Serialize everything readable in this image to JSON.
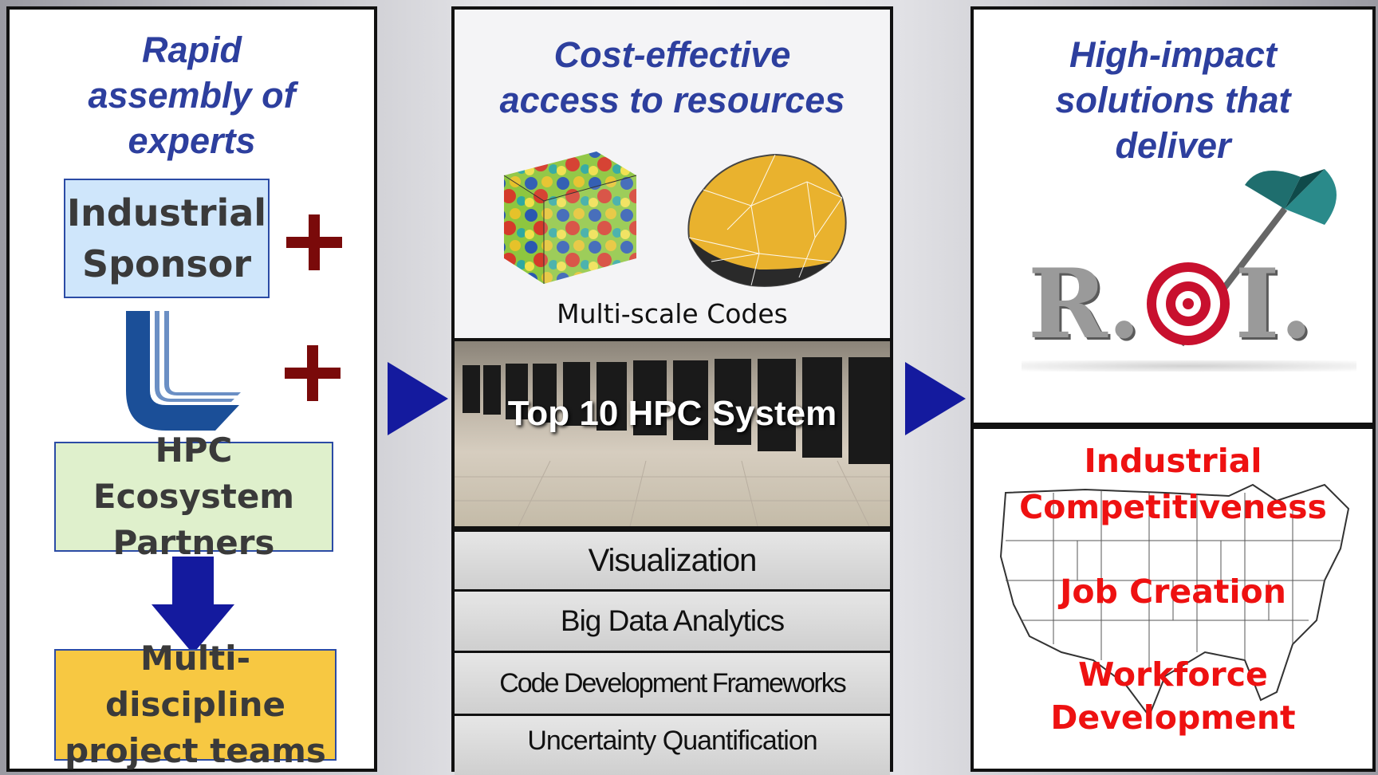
{
  "left": {
    "heading_lines": [
      "Rapid",
      "assembly of",
      "experts"
    ],
    "industrial_sponsor": [
      "Industrial",
      "Sponsor"
    ],
    "hpc_partners": [
      "HPC Ecosystem",
      "Partners"
    ],
    "project_teams": [
      "Multi-discipline",
      "project teams"
    ]
  },
  "middle": {
    "heading_lines": [
      "Cost-effective",
      "access to resources"
    ],
    "multiscale_caption": "Multi-scale Codes",
    "hpc_system_label": "Top 10 HPC System",
    "rows": [
      "Visualization",
      "Big Data Analytics",
      "Code Development Frameworks",
      "Uncertainty Quantification"
    ]
  },
  "right": {
    "heading_lines": [
      "High-impact",
      "solutions that",
      "deliver"
    ],
    "roi_letters": [
      "R",
      ".",
      "I",
      "."
    ],
    "outcomes": [
      "Industrial",
      "Competitiveness",
      "Job Creation",
      "Workforce",
      "Development"
    ]
  },
  "colors": {
    "heading_blue": "#2d3f9e",
    "plus_red": "#7a0a0a",
    "arrow_blue": "#141a9e",
    "outcome_red": "#ee1111",
    "sponsor_fill": "#cfe6fb",
    "partners_fill": "#dff0cc",
    "teams_fill": "#f7c842"
  },
  "icons": [
    "plus-icon",
    "lab-logo-icon",
    "down-arrow-icon",
    "right-arrow-icon",
    "target-icon",
    "dart-icon",
    "us-map-icon"
  ]
}
